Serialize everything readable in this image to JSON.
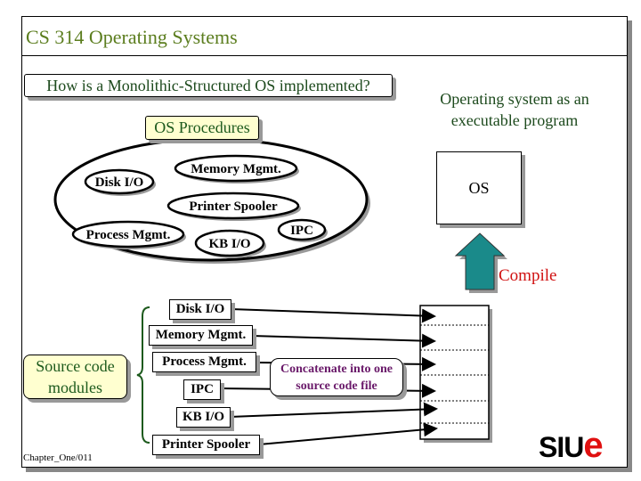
{
  "slide": {
    "title": "CS 314 Operating Systems",
    "question": "How is a Monolithic-Structured OS implemented?",
    "os_procedures": {
      "label": "OS Procedures",
      "components": [
        "Disk I/O",
        "Memory Mgmt.",
        "Printer Spooler",
        "Process Mgmt.",
        "KB I/O",
        "IPC"
      ]
    },
    "executable_caption": "Operating system as an executable program",
    "os_box_label": "OS",
    "compile_label": "Compile",
    "source_code_label": "Source code modules",
    "modules": [
      "Disk I/O",
      "Memory Mgmt.",
      "Process Mgmt.",
      "IPC",
      "KB I/O",
      "Printer Spooler"
    ],
    "concatenate_label": "Concatenate into one source code file",
    "footer": "Chapter_One/011",
    "logo": {
      "main": "SIU",
      "accent": "e"
    },
    "colors": {
      "title": "#5b7d1e",
      "text_green": "#1d4a1d",
      "note_bg": "#ffffd0",
      "arrow_teal": "#1a8a8a",
      "compile_red": "#d01010",
      "concat_purple": "#6a1a6a",
      "logo_red": "#e01010"
    }
  }
}
